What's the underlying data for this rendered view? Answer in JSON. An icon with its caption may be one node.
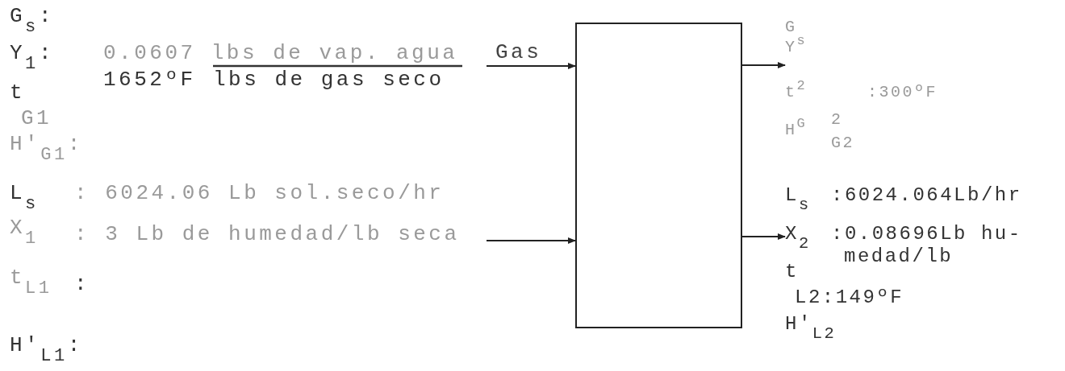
{
  "diagram": {
    "nodes": [
      {
        "text": [],
        "shape": "box"
      },
      {
        "text": [
          "Y$^{s}$"
        ]
      },
      {
        "text": [
          "X$_{2}$"
        ]
      }
    ],
    "edges": [
      {
        "from": null,
        "to": 0,
        "arrow": "to",
        "label": "Gas"
      },
      {
        "from": null,
        "to": 0,
        "arrow": "to"
      },
      {
        "from": 0,
        "to": 1,
        "arrow": "to"
      },
      {
        "from": 0,
        "to": 2,
        "arrow": "to"
      }
    ],
    "labels": [
      "G$_{s}$:",
      "Y$_{1}$:",
      "0.0607 lbs de vap. agua",
      "1652ºF",
      "lbs de gas seco",
      "t",
      "G1",
      "H'$_{G1}$:",
      "L$_{s}$",
      ": 6024.06 Lb sol.seco/hr",
      "X$_{1}$",
      ": 3 Lb de humedad/lb seca",
      "t$_{L1}$",
      ":",
      "H'$_{L1}$:",
      "G",
      "t$^{2}$",
      ":300ºF",
      "H$^{G}$",
      "2",
      "G2",
      "L$_{s}$",
      ":6024.064Lb/hr",
      ":0.08696Lb hu- medad/lb",
      "t",
      "L2:149ºF",
      "H'$_{L2}$"
    ]
  }
}
